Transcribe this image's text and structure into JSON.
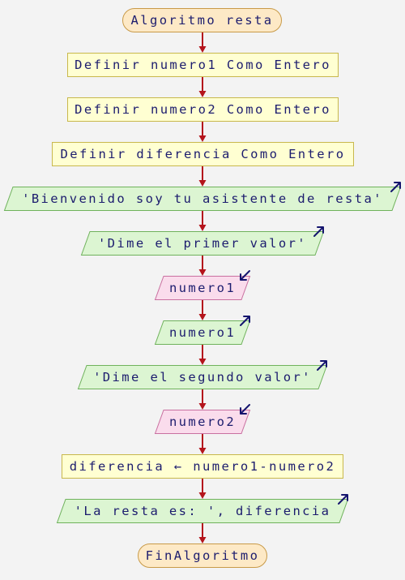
{
  "diagram": {
    "nodes": [
      {
        "id": "start",
        "type": "terminal",
        "text": "Algoritmo resta"
      },
      {
        "id": "def1",
        "type": "process",
        "text": "Definir numero1 Como Entero"
      },
      {
        "id": "def2",
        "type": "process",
        "text": "Definir numero2 Como Entero"
      },
      {
        "id": "def3",
        "type": "process",
        "text": "Definir diferencia Como Entero"
      },
      {
        "id": "out1",
        "type": "output",
        "text": "'Bienvenido soy tu asistente de resta'"
      },
      {
        "id": "out2",
        "type": "output",
        "text": "'Dime el primer valor'"
      },
      {
        "id": "in1",
        "type": "input",
        "text": "numero1"
      },
      {
        "id": "out3",
        "type": "output",
        "text": "numero1"
      },
      {
        "id": "out4",
        "type": "output",
        "text": "'Dime el segundo valor'"
      },
      {
        "id": "in2",
        "type": "input",
        "text": "numero2"
      },
      {
        "id": "calc",
        "type": "process",
        "text": "diferencia ← numero1-numero2"
      },
      {
        "id": "out5",
        "type": "output",
        "text": "'La resta es: ', diferencia"
      },
      {
        "id": "end",
        "type": "terminal",
        "text": "FinAlgoritmo"
      }
    ],
    "colors": {
      "terminal_fill": "#fde9c6",
      "process_fill": "#ffffd2",
      "output_fill": "#dcf5d2",
      "input_fill": "#fadcec",
      "arrow": "#b4141c",
      "text": "#1c1c6e",
      "io_icon": "#14146e"
    }
  }
}
